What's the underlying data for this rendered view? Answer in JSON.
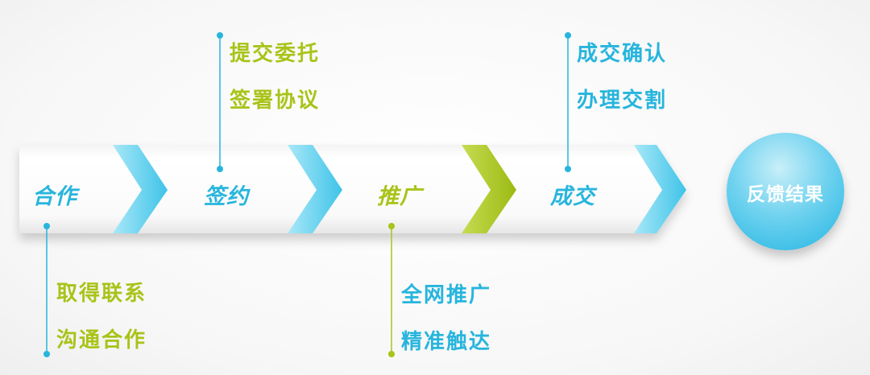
{
  "colors": {
    "blue": "#27b5dd",
    "green": "#a9c318",
    "chevron_blue": "#5dd0ee",
    "chevron_green": "#a6c21c"
  },
  "steps": [
    {
      "label": "合作"
    },
    {
      "label": "签约"
    },
    {
      "label": "推广"
    },
    {
      "label": "成交"
    }
  ],
  "result": {
    "label": "反馈结果"
  },
  "notes": {
    "step1": [
      "取得联系",
      "沟通合作"
    ],
    "step2": [
      "提交委托",
      "签署协议"
    ],
    "step3": [
      "全网推广",
      "精准触达"
    ],
    "step4": [
      "成交确认",
      "办理交割"
    ]
  }
}
